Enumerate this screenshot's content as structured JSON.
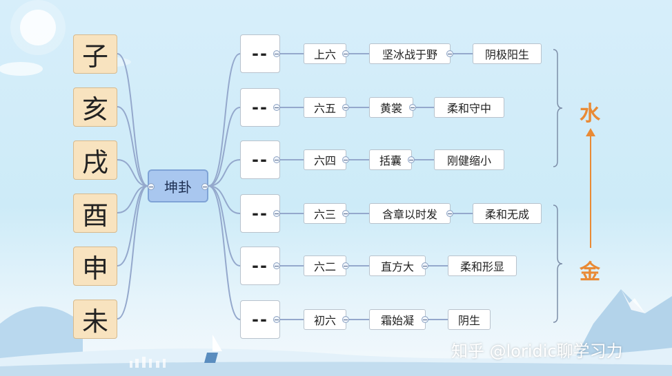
{
  "center": {
    "label": "坤卦"
  },
  "branches": [
    {
      "label": "子"
    },
    {
      "label": "亥"
    },
    {
      "label": "戌"
    },
    {
      "label": "酉"
    },
    {
      "label": "申"
    },
    {
      "label": "未"
    }
  ],
  "lines": [
    {
      "symbol": "--",
      "position": "上六",
      "phrase": "坚冰战于野",
      "meaning": "阴极阳生"
    },
    {
      "symbol": "--",
      "position": "六五",
      "phrase": "黄裳",
      "meaning": "柔和守中"
    },
    {
      "symbol": "--",
      "position": "六四",
      "phrase": "括囊",
      "meaning": "刚健缩小"
    },
    {
      "symbol": "--",
      "position": "六三",
      "phrase": "含章以时发",
      "meaning": "柔和无成"
    },
    {
      "symbol": "--",
      "position": "六二",
      "phrase": "直方大",
      "meaning": "柔和形显"
    },
    {
      "symbol": "--",
      "position": "初六",
      "phrase": "霜始凝",
      "meaning": "阴生"
    }
  ],
  "groups": {
    "upper_label": "水",
    "lower_label": "金"
  },
  "watermark": "知乎 @loridic聊学习力",
  "colors": {
    "accent": "#e98a35",
    "link": "#94a8cc"
  }
}
